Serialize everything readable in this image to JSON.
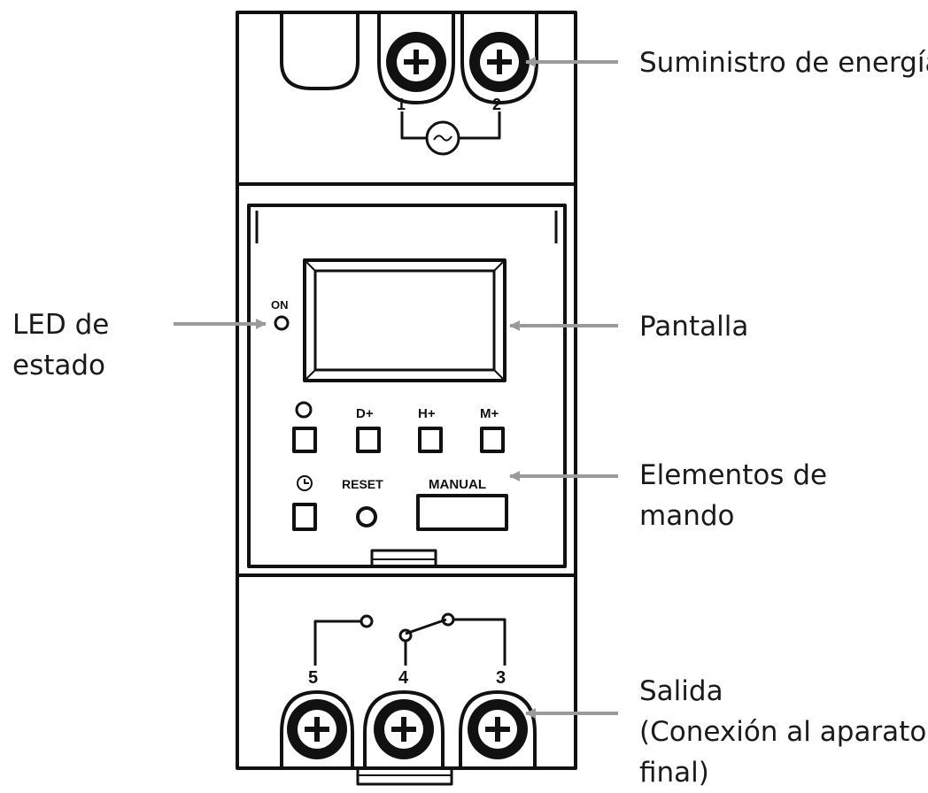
{
  "callouts": {
    "power": "Suministro de energía",
    "led": [
      "LED de",
      "estado"
    ],
    "display": "Pantalla",
    "controls": [
      "Elementos de",
      "mando"
    ],
    "output": [
      "Salida",
      "(Conexión al aparato",
      "final)"
    ]
  },
  "device": {
    "input_terminals": [
      "1",
      "2"
    ],
    "output_terminals": [
      "5",
      "4",
      "3"
    ],
    "led_label": "ON",
    "buttons": [
      "D+",
      "H+",
      "M+"
    ],
    "reset_label": "RESET",
    "manual_label": "MANUAL",
    "icons": {
      "program_button": "program-icon",
      "clock_button": "clock-icon",
      "ac_supply": "ac-wave-icon",
      "output_switch": "relay-switch-icon",
      "terminal_screw": "screw-plus-icon"
    }
  },
  "colors": {
    "outline": "#111111",
    "arrow": "#9a9a9a",
    "text": "#1a1a1a"
  }
}
